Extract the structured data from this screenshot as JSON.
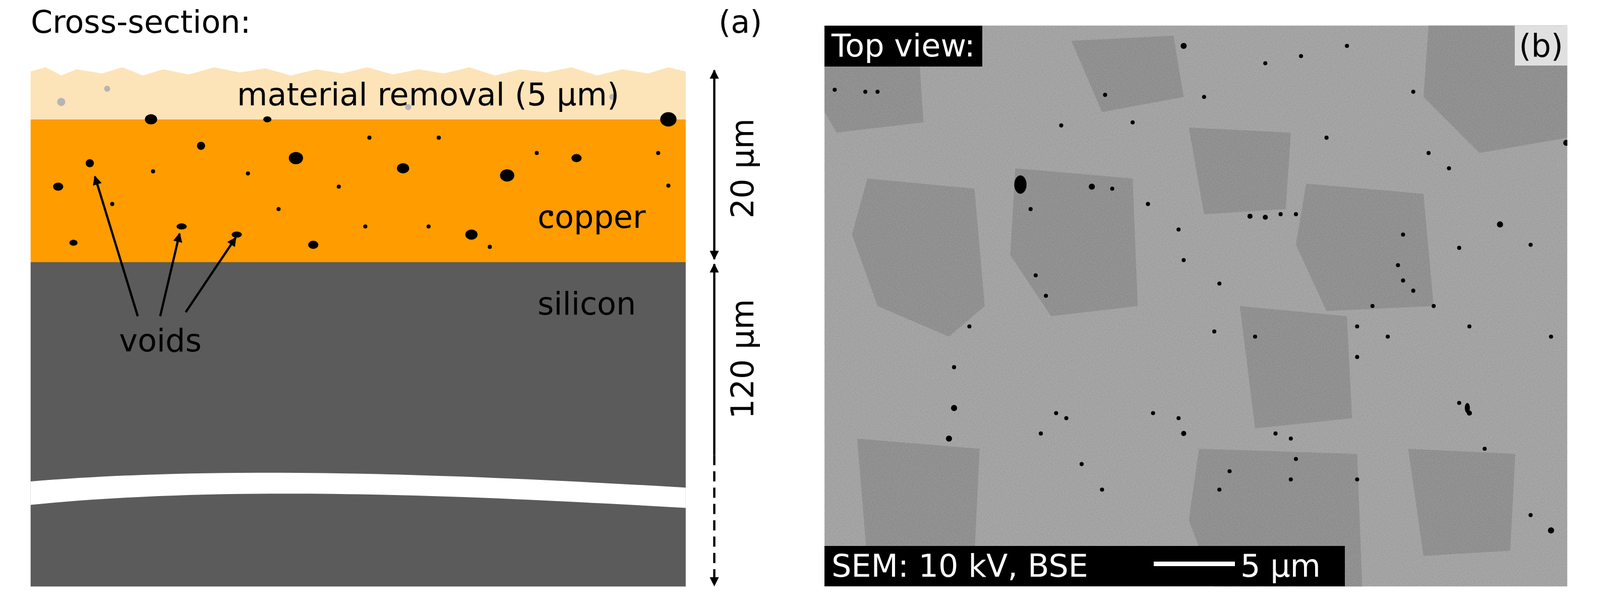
{
  "diagram": {
    "nodes": [
      {
        "text": [
          "material removal (5 µm)"
        ]
      },
      {
        "text": [
          "copper"
        ]
      },
      {
        "text": [
          "silicon"
        ]
      },
      {
        "text": [
          "Top view:"
        ]
      },
      {
        "text": [
          "SEM: 10 kV, BSE",
          "5 µm"
        ]
      }
    ],
    "labels": [
      "Cross-section:",
      "(a)",
      "voids",
      "20 µm",
      "120 µm",
      "(b)"
    ]
  }
}
